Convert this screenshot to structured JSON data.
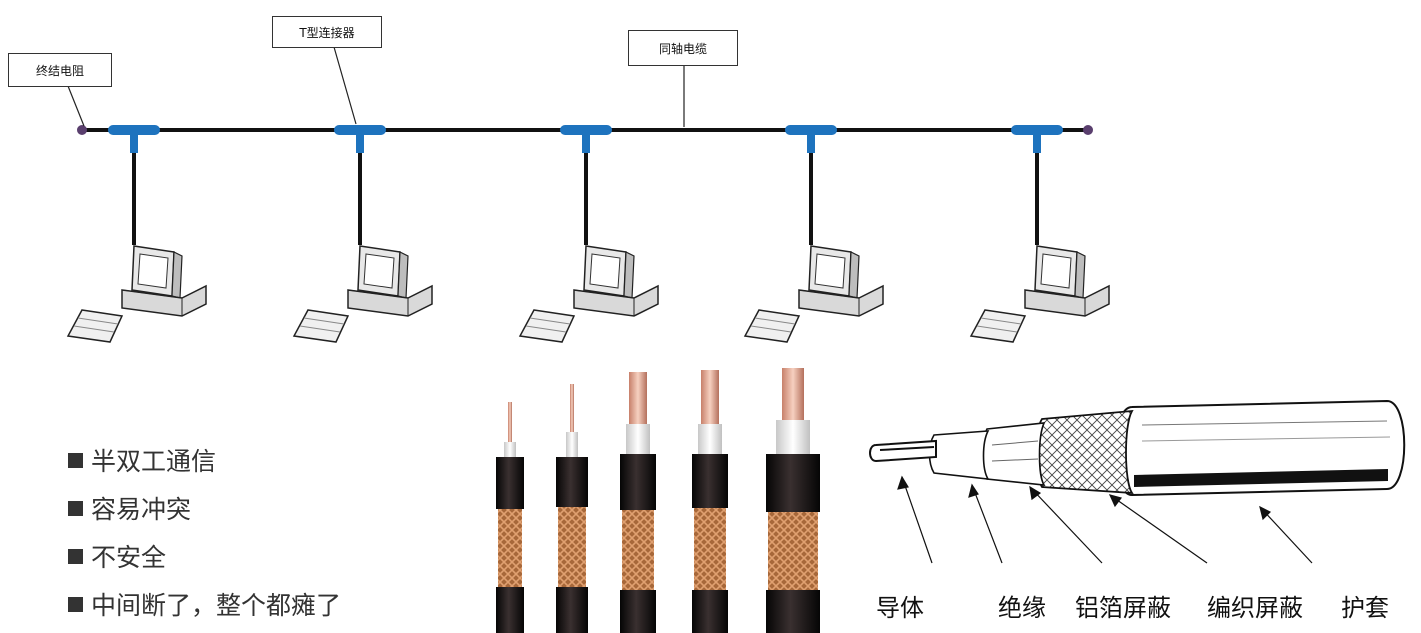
{
  "topology": {
    "labels": {
      "terminator": "终结电阻",
      "t_connector": "T型连接器",
      "coax_cable": "同轴电缆"
    },
    "computers": 5,
    "colors": {
      "bus_line": "#111111",
      "connector": "#1e73be",
      "terminator_end": "#5a3f6e"
    }
  },
  "bullets": [
    "半双工通信",
    "容易冲突",
    "不安全",
    "中间断了，整个都瘫了"
  ],
  "cable_layers": [
    "导体",
    "绝缘",
    "铝箔屏蔽",
    "编织屏蔽",
    "护套"
  ]
}
